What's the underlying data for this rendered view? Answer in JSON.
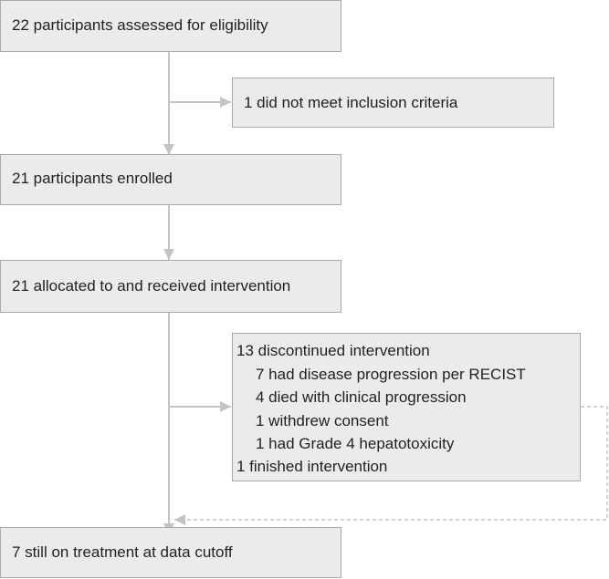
{
  "flow": {
    "assessed": "22 participants assessed for eligibility",
    "excluded": "1 did not meet inclusion criteria",
    "enrolled": "21 participants enrolled",
    "allocated": "21 allocated to and received intervention",
    "discontinued": {
      "heading": "13 discontinued intervention",
      "reasons": [
        "7 had disease progression per RECIST",
        "4 died with clinical progression",
        "1 withdrew consent",
        "1 had Grade 4 hepatotoxicity"
      ],
      "finished": "1 finished intervention"
    },
    "still_on_treatment": "7 still on treatment at data cutoff"
  },
  "colors": {
    "box_fill": "#ebebeb",
    "box_border": "#a9a9a9",
    "arrow": "#c4c4c4",
    "text": "#231f20"
  }
}
